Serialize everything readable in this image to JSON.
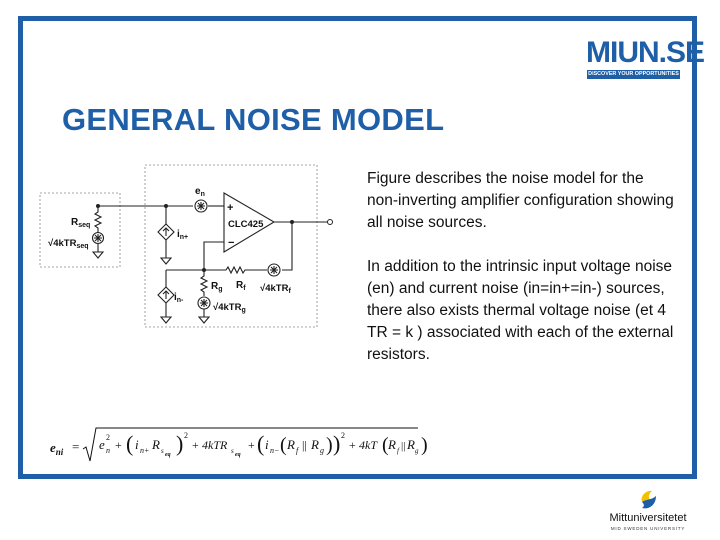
{
  "logo": {
    "word": "MIUN.SE",
    "tagline": "DISCOVER YOUR OPPORTUNITIES"
  },
  "title": "GENERAL NOISE MODEL",
  "paragraphs": [
    "Figure describes the noise model for the non-inverting amplifier configuration showing all noise sources.",
    " In addition to the intrinsic input voltage noise (en) and current noise (in=in+=in-) sources, there also exists thermal voltage noise (et 4 TR = k ) associated with each of the external resistors."
  ],
  "circuit": {
    "en": "e",
    "en_sub": "n",
    "rseq": "R",
    "rseq_sub": "seq",
    "rseq_noise": "√4kTR",
    "rseq_noise_sub": "seq",
    "inp": "i",
    "inp_sub": "n+",
    "amp": "CLC425",
    "plus": "+",
    "minus": "−",
    "rf": "R",
    "rf_sub": "f",
    "rf_noise": "√4kTR",
    "rf_noise_sub": "f",
    "rg": "R",
    "rg_sub": "g",
    "inm": "i",
    "inm_sub": "n-",
    "rg_noise": "√4kTR",
    "rg_noise_sub": "g"
  },
  "formula": {
    "lhs": "e",
    "lhs_sub": "ni",
    "eq": "=",
    "t1": "e",
    "t1_sup": "2",
    "t1_sub": "n",
    "plus": "+",
    "t2_i": "i",
    "t2_i_sub": "n+",
    "t2_r": "R",
    "t2_r_sub": "s",
    "t2_r_subsub": "eq",
    "sq": "2",
    "t3": "4kTR",
    "t3_sub": "s",
    "t3_subsub": "eq",
    "t4_i": "i",
    "t4_i_sub": "n−",
    "par": "R",
    "par_f": "f",
    "par_sep": "||",
    "par_g": "g",
    "t5": "4kT"
  },
  "footer": {
    "name": "Mittuniversitetet",
    "sub": "MID SWEDEN UNIVERSITY"
  },
  "colors": {
    "brand": "#1f5fa8",
    "accent": "#f2c200"
  }
}
